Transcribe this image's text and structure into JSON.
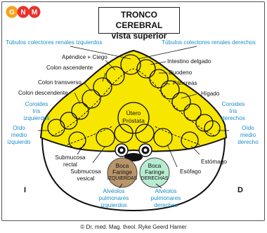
{
  "logo": {
    "letters": [
      "G",
      "N",
      "M"
    ],
    "colors": [
      "#f4a21a",
      "#e8322b",
      "#e8322b"
    ]
  },
  "title": {
    "line1": "TRONCO CEREBRAL",
    "line2": "vista superior"
  },
  "labels": {
    "tubulos_izq": "Túbulos colectores renales izquierdos",
    "tubulos_der": "Túbulos colectores renales derechos",
    "apendice": "Apéndice + Ciego",
    "intestino": "Intestino delgado",
    "colon_asc": "Colon ascendente",
    "duodeno": "Duodeno",
    "colon_trans": "Colon transverso",
    "pancreas": "Páncreas",
    "colon_desc": "Colon descendente",
    "higado": "Hígado",
    "coroides_izq": [
      "Coroides",
      "Iris",
      "izquierdos"
    ],
    "coroides_der": [
      "Coroides",
      "Iris",
      "derechos"
    ],
    "oido_izq": [
      "Oído",
      "medio",
      "izquierdo"
    ],
    "oido_der": [
      "Oído",
      "medio",
      "derecho"
    ],
    "utero": [
      "Útero",
      "Próstata"
    ],
    "submucosa_rectal": [
      "Submucosa",
      "rectal"
    ],
    "submucosa_vesical": [
      "Submucosa",
      "vesical"
    ],
    "estomago": "Estómago",
    "esofago": "Esófago",
    "boca_izq": [
      "Boca",
      "Faringe",
      "IZQUIERDAS"
    ],
    "boca_der": [
      "Boca",
      "Faringe",
      "DERECHAS"
    ],
    "alveolos_izq": [
      "Alvéolos",
      "pulmonares",
      "izquierdos"
    ],
    "alveolos_der": [
      "Alvéolos",
      "pulmonares",
      "derechos"
    ],
    "side_left": "I",
    "side_right": "D"
  },
  "colors": {
    "yellow": "#f7e600",
    "brown": "#b8956a",
    "green": "#b8ecd0",
    "blue": "#1a8fc9"
  },
  "copyright": "© Dr. med. Mag. theol. Ryke Geerd Hamer"
}
